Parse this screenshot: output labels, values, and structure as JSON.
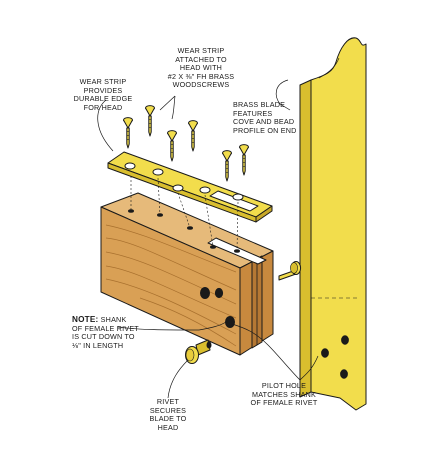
{
  "callouts": {
    "wear_strip_edge": "WEAR STRIP\nPROVIDES\nDURABLE EDGE\nFOR HEAD",
    "wear_strip_attached": "WEAR STRIP\nATTACHED TO\nHEAD WITH\n#2 x ⅜\" Fh BRASS\nWOODSCREWS",
    "brass_blade": "BRASS BLADE\nFEATURES\nCOVE AND BEAD\nPROFILE ON END",
    "note_heading": "NOTE:",
    "note_body": " SHANK\nOF FEMALE RIVET\nIS CUT DOWN TO\n⅛\" IN LENGTH",
    "rivet": "RIVET\nSECURES\nBLADE TO\nHEAD",
    "pilot_hole": "PILOT HOLE\nMATCHES SHANK\nOF FEMALE RIVET"
  },
  "colors": {
    "brass": "#F2DD4C",
    "brass_shade": "#D9BE2E",
    "wood": "#D9A055",
    "wood_end": "#E6BA7A",
    "wood_grain": "#A8702E",
    "outline": "#1a1a1a"
  }
}
